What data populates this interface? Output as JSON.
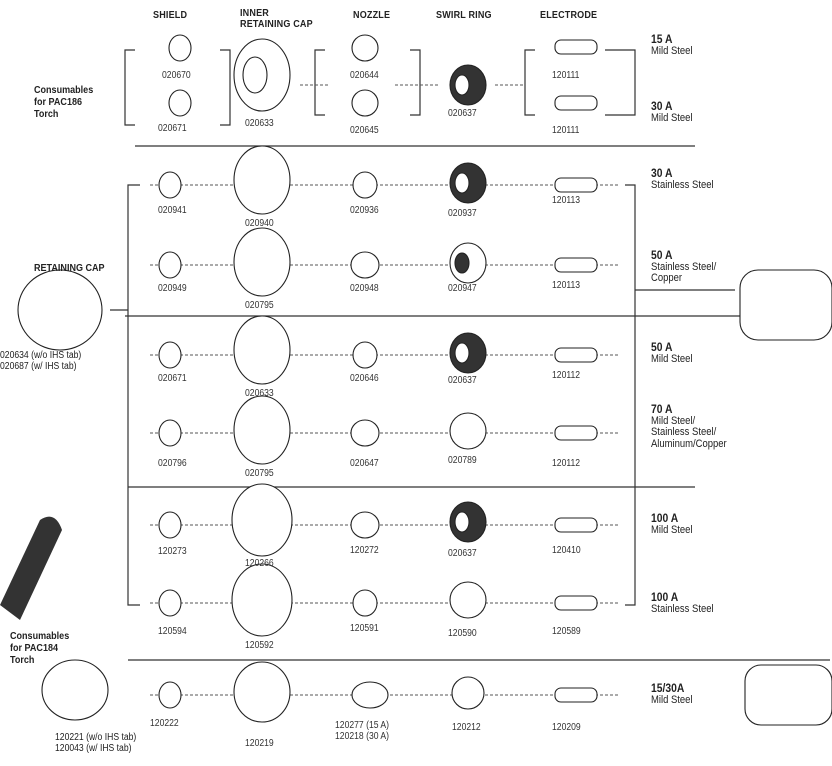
{
  "headers": {
    "shield": "SHIELD",
    "inner_retaining_cap": "INNER\nRETAINING CAP",
    "nozzle": "NOZZLE",
    "swirl_ring": "SWIRL RING",
    "electrode": "ELECTRODE"
  },
  "groups": {
    "pac186": "Consumables\nfor PAC186\nTorch",
    "pac184": "Consumables\nfor PAC184\nTorch",
    "retaining_cap": "RETAINING CAP",
    "retaining_cap_parts": "020634 (w/o IHS tab)\n020687 (w/ IHS tab)",
    "pac184_cap_parts": "120221 (w/o IHS tab)\n120043 (w/ IHS tab)"
  },
  "rows": [
    {
      "shield": "020670",
      "cap": "",
      "nozzle": "020644",
      "swirl": "",
      "electrode": "120111",
      "amp": "15 A",
      "material": "Mild Steel"
    },
    {
      "shield": "020671",
      "cap": "020633",
      "nozzle": "020645",
      "swirl": "020637",
      "electrode": "120111",
      "amp": "30 A",
      "material": "Mild Steel"
    },
    {
      "shield": "020941",
      "cap": "020940",
      "nozzle": "020936",
      "swirl": "020937",
      "electrode": "120113",
      "amp": "30 A",
      "material": "Stainless Steel"
    },
    {
      "shield": "020949",
      "cap": "020795",
      "nozzle": "020948",
      "swirl": "020947",
      "electrode": "120113",
      "amp": "50 A",
      "material": "Stainless Steel/\nCopper"
    },
    {
      "shield": "020671",
      "cap": "020633",
      "nozzle": "020646",
      "swirl": "020637",
      "electrode": "120112",
      "amp": "50 A",
      "material": "Mild Steel"
    },
    {
      "shield": "020796",
      "cap": "020795",
      "nozzle": "020647",
      "swirl": "020789",
      "electrode": "120112",
      "amp": "70 A",
      "material": "Mild Steel/\nStainless Steel/\nAluminum/Copper"
    },
    {
      "shield": "120273",
      "cap": "120266",
      "nozzle": "120272",
      "swirl": "020637",
      "electrode": "120410",
      "amp": "100 A",
      "material": "Mild Steel"
    },
    {
      "shield": "120594",
      "cap": "120592",
      "nozzle": "120591",
      "swirl": "120590",
      "electrode": "120589",
      "amp": "100 A",
      "material": "Stainless Steel"
    },
    {
      "shield": "120222",
      "cap": "120219",
      "nozzle": "120277 (15 A)\n120218 (30 A)",
      "swirl": "120212",
      "electrode": "120209",
      "amp": "15/30A",
      "material": "Mild Steel"
    }
  ]
}
